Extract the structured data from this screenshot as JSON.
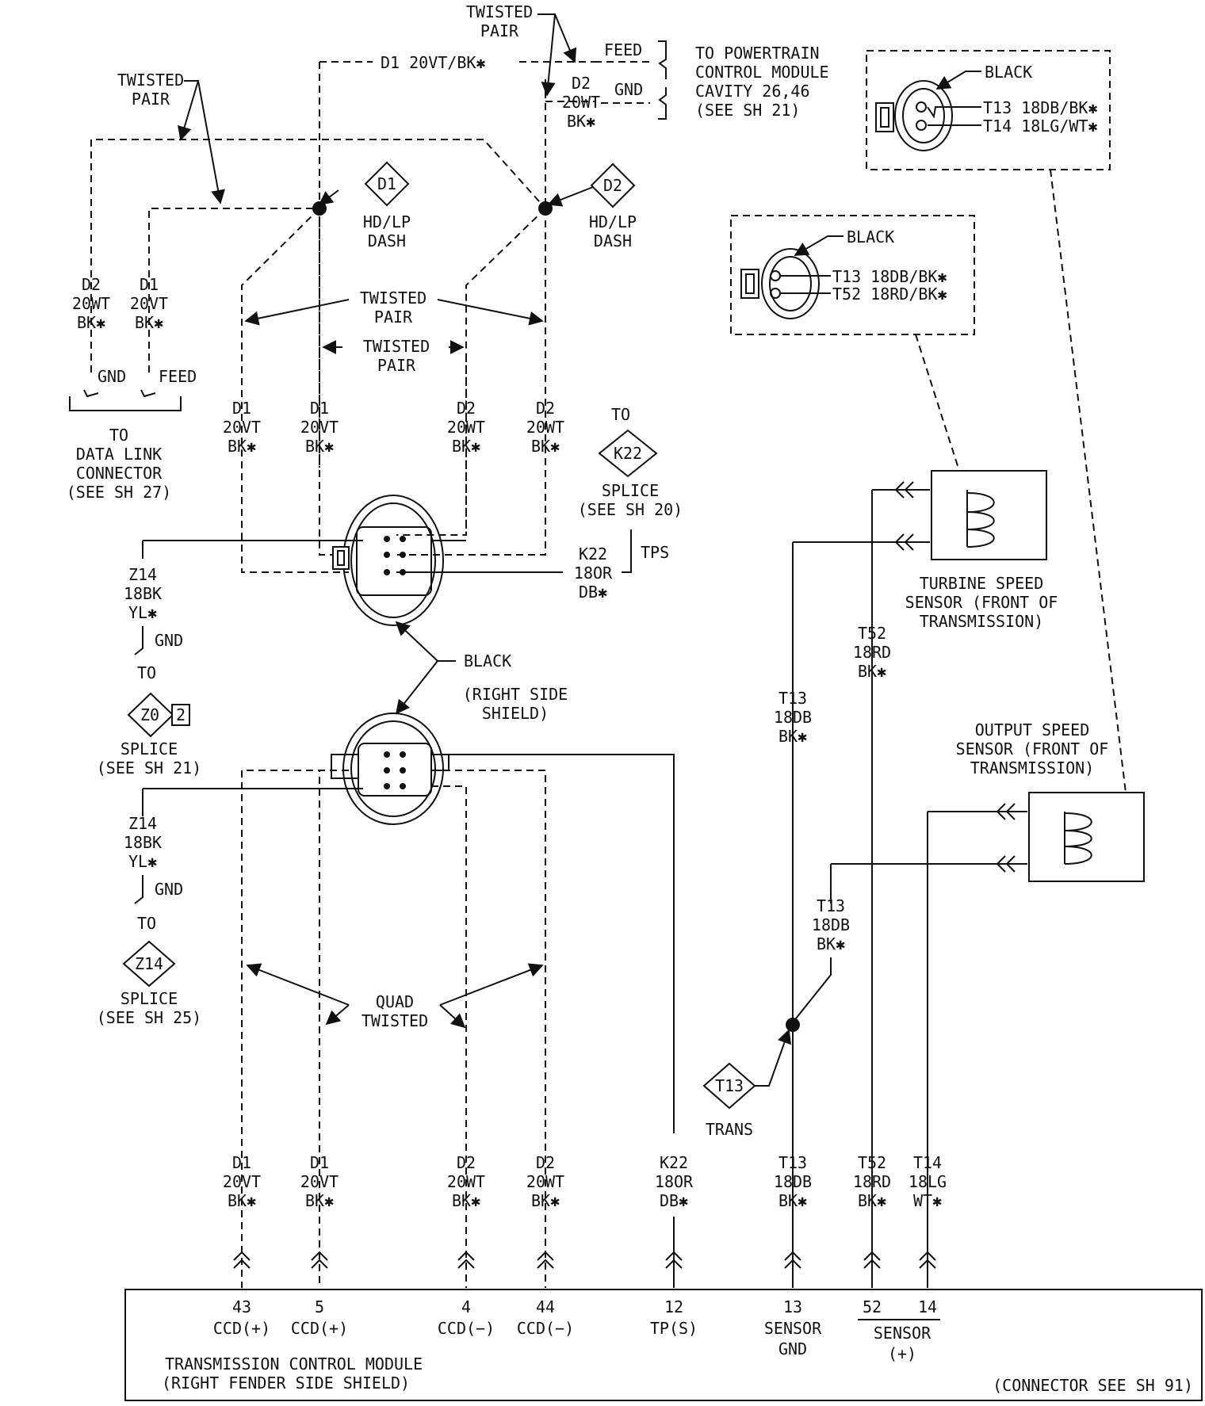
{
  "labels": {
    "tp_top": [
      "TWISTED",
      "PAIR"
    ],
    "d1_top": "D1 20VT/BK✱",
    "feed_top": "FEED",
    "gnd_top": "GND",
    "d2_top": [
      "D2",
      "20WT",
      "BK✱"
    ],
    "pcm": [
      "TO POWERTRAIN",
      "CONTROL MODULE",
      "CAVITY 26,46",
      "(SEE SH 21)"
    ],
    "tp_left": [
      "TWISTED",
      "PAIR"
    ],
    "d1_tag": "D1",
    "d2_tag": "D2",
    "hdlp": [
      "HD/LP",
      "DASH"
    ],
    "dlc_d2": [
      "D2",
      "20WT",
      "BK✱"
    ],
    "dlc_d1": [
      "D1",
      "20VT",
      "BK✱"
    ],
    "dlc_gnd": "GND",
    "dlc_feed": "FEED",
    "dlc_to": [
      "TO",
      "DATA LINK",
      "CONNECTOR",
      "(SEE SH 27)"
    ],
    "tp_mid": [
      "TWISTED",
      "PAIR"
    ],
    "tp_mid2": [
      "TWISTED",
      "PAIR"
    ],
    "w_d1": [
      "D1",
      "20VT",
      "BK✱"
    ],
    "w_d2": [
      "D2",
      "20WT",
      "BK✱"
    ],
    "k22_tag": "K22",
    "k22_to": "TO",
    "k22_splice": [
      "SPLICE",
      "(SEE SH 20)"
    ],
    "tps": "TPS",
    "k22_wire": [
      "K22",
      "18OR",
      "DB✱"
    ],
    "z14_wire": [
      "Z14",
      "18BK",
      "YL✱"
    ],
    "gnd": "GND",
    "to": "TO",
    "z02_tag": "Z0",
    "z02_num": "2",
    "splice21": [
      "SPLICE",
      "(SEE SH 21)"
    ],
    "black": "BLACK",
    "rss": [
      "(RIGHT SIDE",
      "SHIELD)"
    ],
    "z14_tag": "Z14",
    "splice25": [
      "SPLICE",
      "(SEE SH 25)"
    ],
    "quad": [
      "QUAD",
      "TWISTED"
    ],
    "conn1": [
      "T13  18DB/BK✱",
      "T14  18LG/WT✱"
    ],
    "conn2": [
      "T13  18DB/BK✱",
      "T52  18RD/BK✱"
    ],
    "turbine": [
      "TURBINE SPEED",
      "SENSOR (FRONT OF",
      "TRANSMISSION)"
    ],
    "output": [
      "OUTPUT SPEED",
      "SENSOR (FRONT OF",
      "TRANSMISSION)"
    ],
    "t52_wire": [
      "T52",
      "18RD",
      "BK✱"
    ],
    "t13_wire": [
      "T13",
      "18DB",
      "BK✱"
    ],
    "t13_tag": "T13",
    "trans": "TRANS",
    "b_k22": [
      "K22",
      "18OR",
      "DB✱"
    ],
    "b_t13": [
      "T13",
      "18DB",
      "BK✱"
    ],
    "b_t52": [
      "T52",
      "18RD",
      "BK✱"
    ],
    "b_t14": [
      "T14",
      "18LG",
      "WT✱"
    ]
  },
  "module": {
    "pins": [
      {
        "num": "43",
        "name": "CCD(+)"
      },
      {
        "num": "5",
        "name": "CCD(+)"
      },
      {
        "num": "4",
        "name": "CCD(−)"
      },
      {
        "num": "44",
        "name": "CCD(−)"
      },
      {
        "num": "12",
        "name": "TP(S)"
      },
      {
        "num": "13",
        "name": "SENSOR",
        "name2": "GND"
      },
      {
        "num": "52",
        "name": ""
      },
      {
        "num": "14",
        "name": ""
      }
    ],
    "sensor_plus": [
      "SENSOR",
      "(+)"
    ],
    "title": [
      "TRANSMISSION CONTROL MODULE",
      "(RIGHT FENDER SIDE SHIELD)"
    ],
    "connector_ref": "(CONNECTOR SEE SH 91)"
  }
}
